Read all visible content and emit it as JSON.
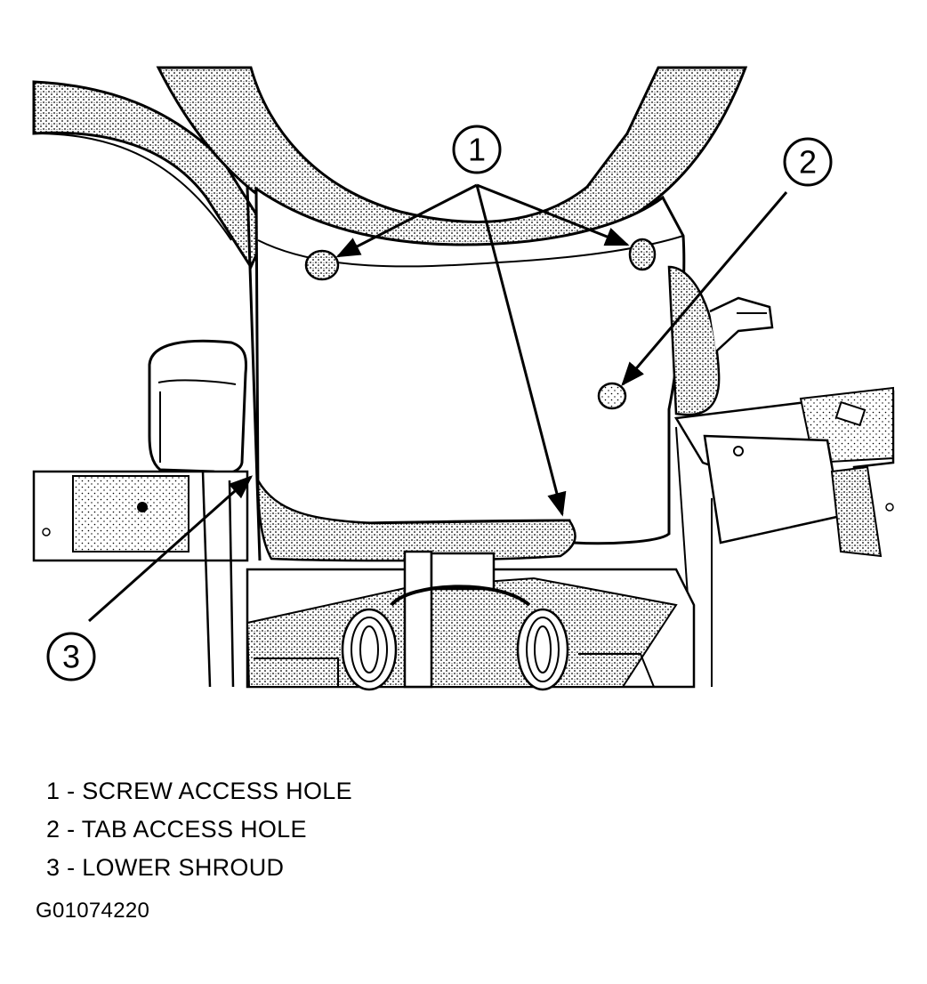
{
  "callouts": [
    {
      "number": "1"
    },
    {
      "number": "2"
    },
    {
      "number": "3"
    }
  ],
  "legend": [
    {
      "text": "1 - SCREW ACCESS HOLE"
    },
    {
      "text": "2 - TAB ACCESS HOLE"
    },
    {
      "text": "3 - LOWER SHROUD"
    }
  ],
  "figure_id": "G01074220",
  "colors": {
    "ink": "#000000",
    "paper": "#ffffff"
  }
}
